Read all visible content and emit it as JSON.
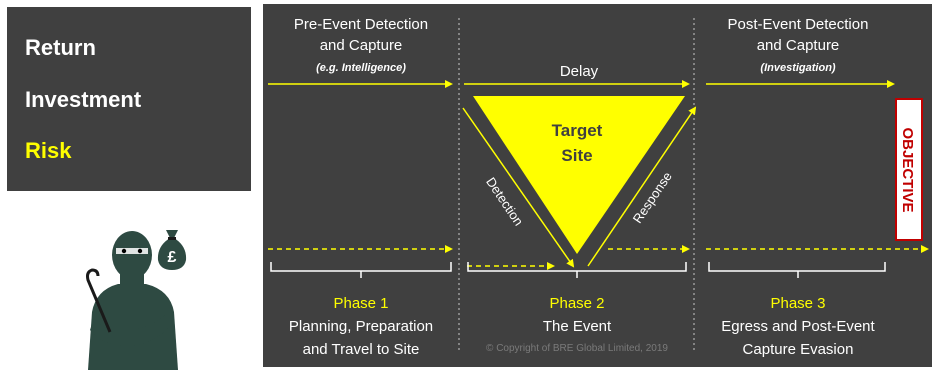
{
  "factors": [
    {
      "label": "Return",
      "color": "#ffffff"
    },
    {
      "label": "Investment",
      "color": "#ffffff"
    },
    {
      "label": "Risk",
      "color": "#ffff00"
    }
  ],
  "money_bag_symbol": "£",
  "pre_event": {
    "title_line1": "Pre-Event Detection",
    "title_line2": "and Capture",
    "subtitle": "(e.g. Intelligence)"
  },
  "delay_label": "Delay",
  "post_event": {
    "title_line1": "Post-Event Detection",
    "title_line2": "and Capture",
    "subtitle": "(Investigation)"
  },
  "target": {
    "line1": "Target",
    "line2": "Site"
  },
  "detection_label": "Detection",
  "response_label": "Response",
  "objective_label": "OBJECTIVE",
  "phases": [
    {
      "title": "Phase 1",
      "line1": "Planning, Preparation",
      "line2": "and Travel to Site"
    },
    {
      "title": "Phase 2",
      "line1": "The Event",
      "line2": ""
    },
    {
      "title": "Phase 3",
      "line1": "Egress and Post-Event",
      "line2": "Capture Evasion"
    }
  ],
  "copyright": "© Copyright of BRE Global Limited, 2019",
  "colors": {
    "panel": "#404040",
    "accent": "#ffff00",
    "objective_border": "#c00000",
    "objective_text": "#c00000",
    "figure": "#2e4a42"
  }
}
